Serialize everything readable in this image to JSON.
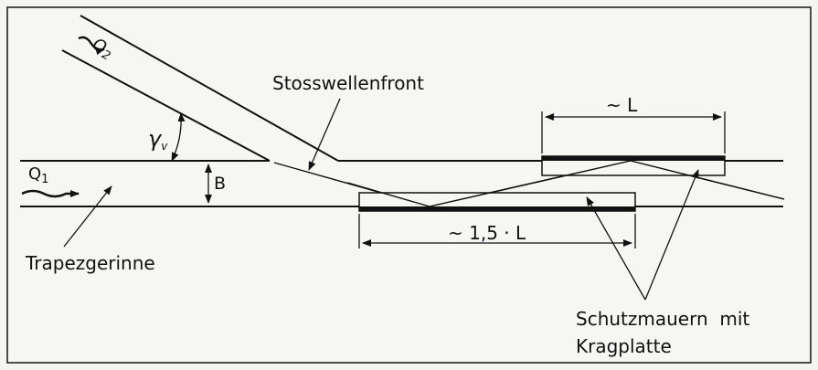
{
  "labels": {
    "q2": "Q",
    "q2_sub": "2",
    "q1": "Q",
    "q1_sub": "1",
    "shock_front": "Stosswellenfront",
    "gamma": "γ",
    "gamma_sub": "v",
    "b": "B",
    "channel": "Trapezgerinne",
    "dim_l": "~ L",
    "dim_15l": "~ 1,5 · L",
    "walls_line1": "Schutzmauern  mit",
    "walls_line2": "Kragplatte"
  }
}
